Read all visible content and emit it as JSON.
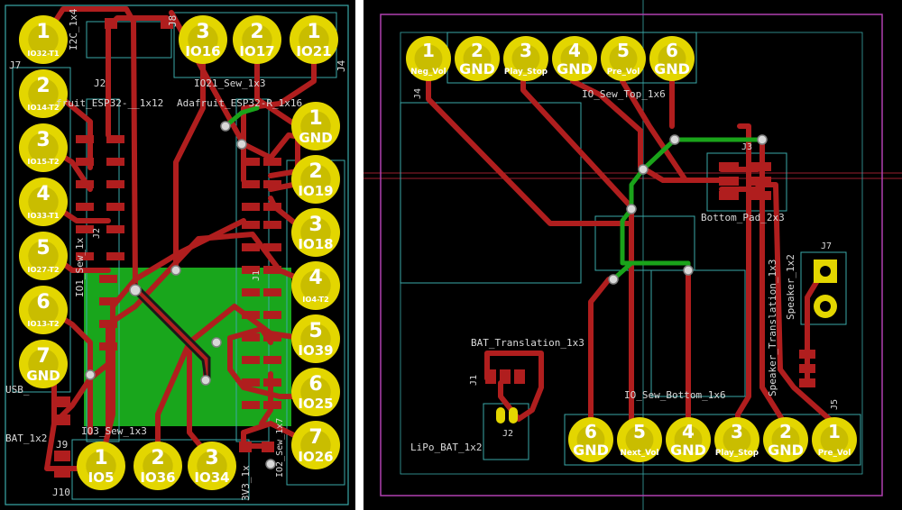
{
  "colors": {
    "board": "#000000",
    "copper": "#b01e1e",
    "green_trace": "#1aa31a",
    "pour": "#19a61c",
    "pad_ring": "#e3d600",
    "pad_inner": "#c9bd00",
    "silk": "#d9d9d9",
    "outline": "#3aa8a8",
    "edge": "#b040b0",
    "guide": "#9a1e2e"
  },
  "left_board": {
    "top_pads": [
      {
        "num": "3",
        "label": "IO16"
      },
      {
        "num": "2",
        "label": "IO17"
      },
      {
        "num": "1",
        "label": "IO21"
      }
    ],
    "left_pads": [
      {
        "num": "1",
        "label": "IO32-T1"
      },
      {
        "num": "2",
        "label": "IO14-T2"
      },
      {
        "num": "3",
        "label": "IO15-T2"
      },
      {
        "num": "4",
        "label": "IO33-T1"
      },
      {
        "num": "5",
        "label": "IO27-T2"
      },
      {
        "num": "6",
        "label": "IO13-T2"
      },
      {
        "num": "7",
        "label": "GND"
      }
    ],
    "right_pads": [
      {
        "num": "1",
        "label": "GND"
      },
      {
        "num": "2",
        "label": "IO19"
      },
      {
        "num": "3",
        "label": "IO18"
      },
      {
        "num": "4",
        "label": "IO4-T2"
      },
      {
        "num": "5",
        "label": "IO39"
      },
      {
        "num": "6",
        "label": "IO25"
      },
      {
        "num": "7",
        "label": "IO26"
      }
    ],
    "bottom_pads": [
      {
        "num": "1",
        "label": "IO5"
      },
      {
        "num": "2",
        "label": "IO36"
      },
      {
        "num": "3",
        "label": "IO34"
      }
    ],
    "silk_labels": {
      "i2c": "I2C_1x4",
      "j8": "J8",
      "j7": "J7",
      "j4": "J4",
      "j2": "J2",
      "j1": "J1",
      "j9": "J9",
      "j10": "J10",
      "io21_sew": "IO21_Sew_1x3",
      "esp_left": "fruit_ESP32-__1x12",
      "esp_right": "Adafruit_ESP32-R_1x16",
      "io1_sew": "IO1_Sew_1x",
      "usb": "USB_",
      "bat": "BAT_1x2",
      "io3_sew": "IO3_Sew_1x3",
      "v3": "3V3_1x",
      "io2_sew": "IO2_Sew_1x7"
    }
  },
  "right_board": {
    "top_pads": [
      {
        "num": "1",
        "label": "Neg_Vol"
      },
      {
        "num": "2",
        "label": "GND"
      },
      {
        "num": "3",
        "label": "Play_Stop"
      },
      {
        "num": "4",
        "label": "GND"
      },
      {
        "num": "5",
        "label": "Pre_Vol"
      },
      {
        "num": "6",
        "label": "GND"
      }
    ],
    "bottom_pads": [
      {
        "num": "6",
        "label": "GND"
      },
      {
        "num": "5",
        "label": "Next_Vol"
      },
      {
        "num": "4",
        "label": "GND"
      },
      {
        "num": "3",
        "label": "Play_Stop"
      },
      {
        "num": "2",
        "label": "GND"
      },
      {
        "num": "1",
        "label": "Pre_Vol"
      }
    ],
    "silk_labels": {
      "j4": "J4",
      "io_sew_top": "IO_Sew_Top_1x6",
      "j3": "J3",
      "bottom_pad": "Bottom_Pad_2x3",
      "j7": "J7",
      "speaker": "Speaker_1x2",
      "speaker_translation": "Speaker_Translation_1x3",
      "j5": "J5",
      "io_sew_bottom": "IO_Sew_Bottom_1x6",
      "bat_translation": "BAT_Translation_1x3",
      "j1": "J1",
      "lipo": "LiPo_BAT_1x2",
      "j2": "J2"
    }
  }
}
